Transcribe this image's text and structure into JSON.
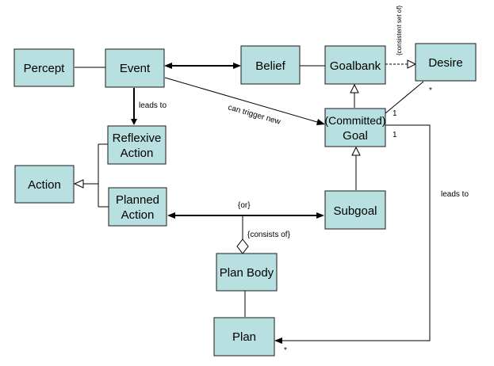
{
  "boxes": {
    "percept": "Percept",
    "event": "Event",
    "belief": "Belief",
    "goalbank": "Goalbank",
    "desire": "Desire",
    "reflexive_action": [
      "Reflexive",
      "Action"
    ],
    "action": "Action",
    "planned_action": [
      "Planned",
      "Action"
    ],
    "committed_goal": [
      "(Committed)",
      "Goal"
    ],
    "subgoal": "Subgoal",
    "plan_body": "Plan Body",
    "plan": "Plan"
  },
  "labels": {
    "leads_to_event": "leads to",
    "can_trigger_new": "can trigger new",
    "consistent_set_of": "{consistent set of}",
    "mult_star_desire": "*",
    "mult_one_a": "1",
    "mult_one_b": "1",
    "or": "{or}",
    "consists_of": "{consists of}",
    "leads_to_plan": "leads to",
    "mult_star_plan": "*"
  }
}
